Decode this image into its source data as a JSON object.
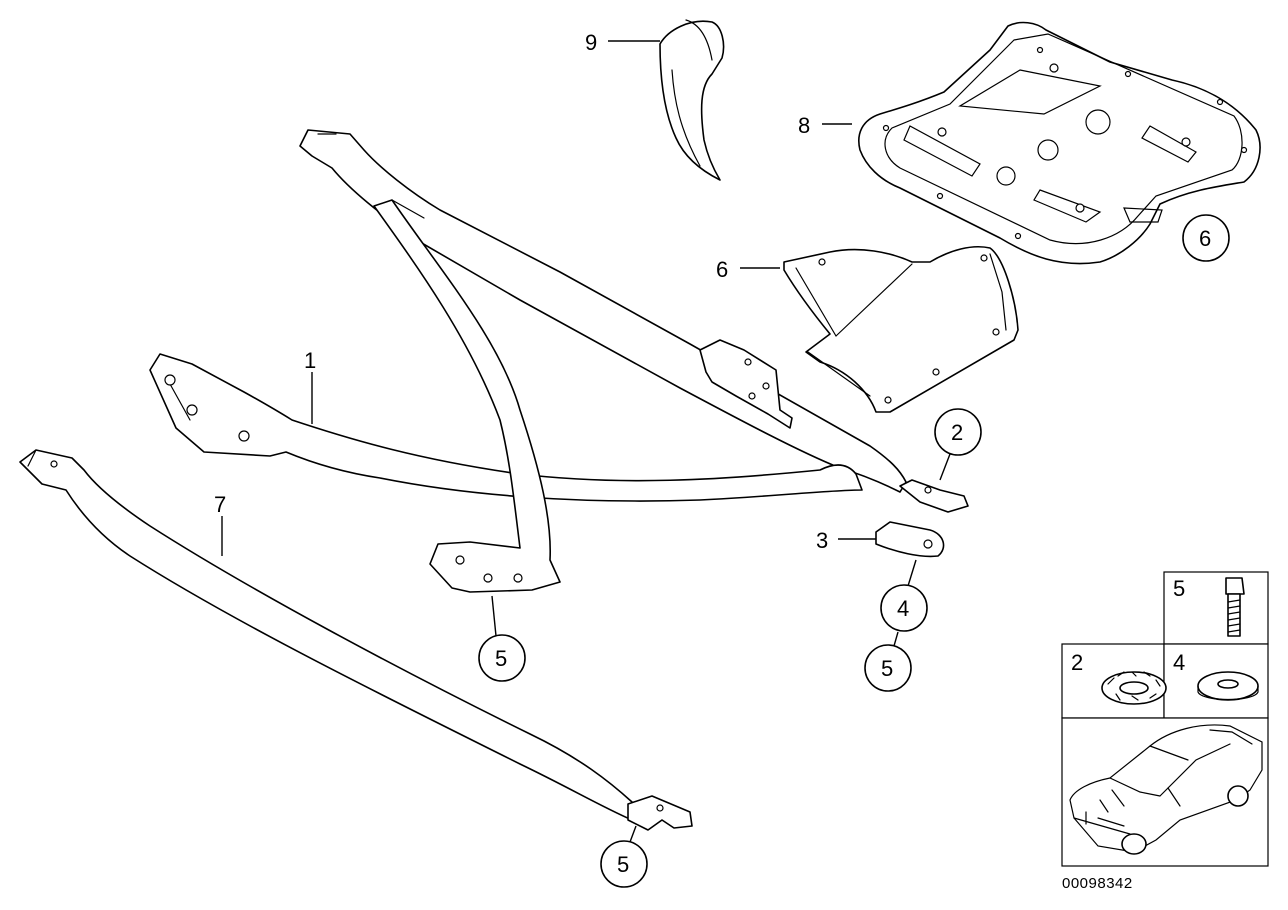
{
  "callouts": {
    "part_1": "1",
    "part_2": "2",
    "part_3": "3",
    "part_4": "4",
    "part_5a": "5",
    "part_5b": "5",
    "part_5c": "5",
    "part_6a": "6",
    "part_6b": "6",
    "part_7": "7",
    "part_8": "8",
    "part_9": "9"
  },
  "legend": {
    "cell_bolt": "5",
    "cell_lockwasher": "2",
    "cell_washer": "4"
  },
  "reference_number": "00098342"
}
